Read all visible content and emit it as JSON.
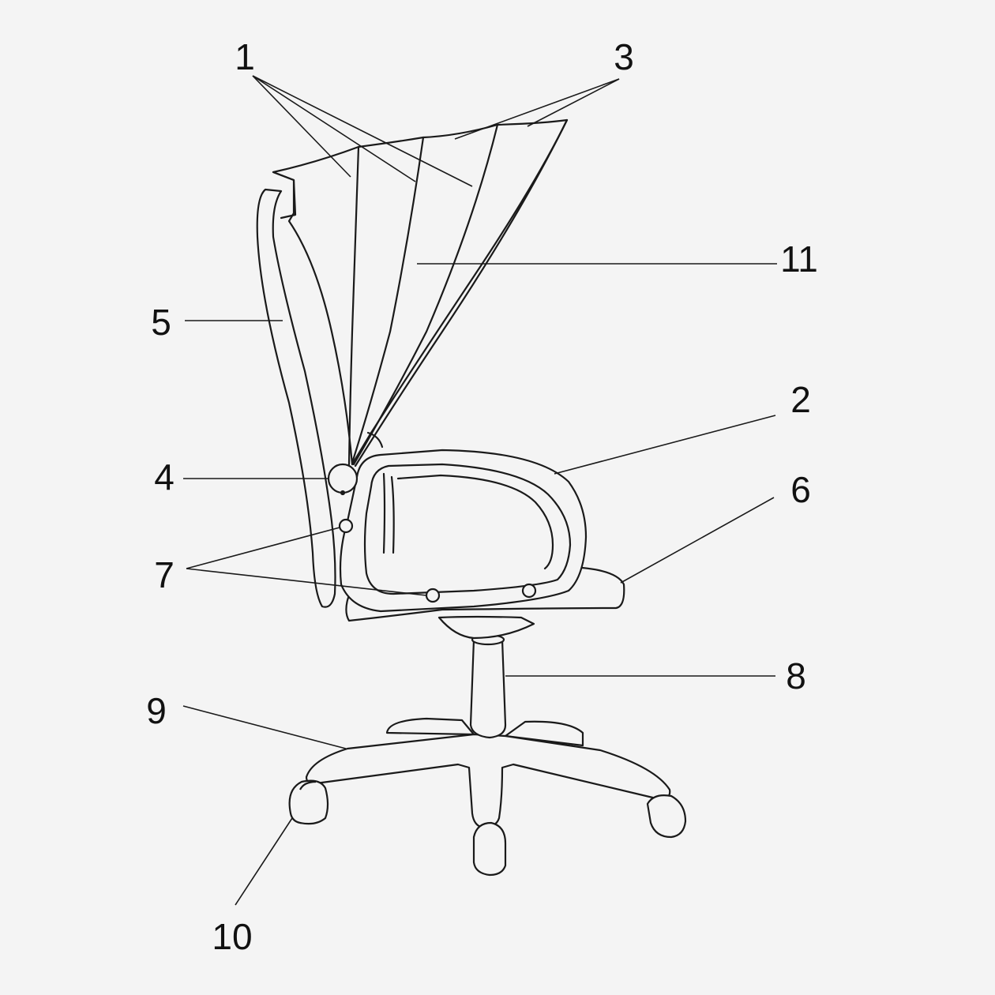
{
  "callouts": [
    {
      "id": "1",
      "label": "1"
    },
    {
      "id": "2",
      "label": "2"
    },
    {
      "id": "3",
      "label": "3"
    },
    {
      "id": "4",
      "label": "4"
    },
    {
      "id": "5",
      "label": "5"
    },
    {
      "id": "6",
      "label": "6"
    },
    {
      "id": "7",
      "label": "7"
    },
    {
      "id": "8",
      "label": "8"
    },
    {
      "id": "9",
      "label": "9"
    },
    {
      "id": "10",
      "label": "10"
    },
    {
      "id": "11",
      "label": "11"
    }
  ],
  "colors": {
    "background": "#f4f4f4",
    "line": "#1a1a1a"
  }
}
